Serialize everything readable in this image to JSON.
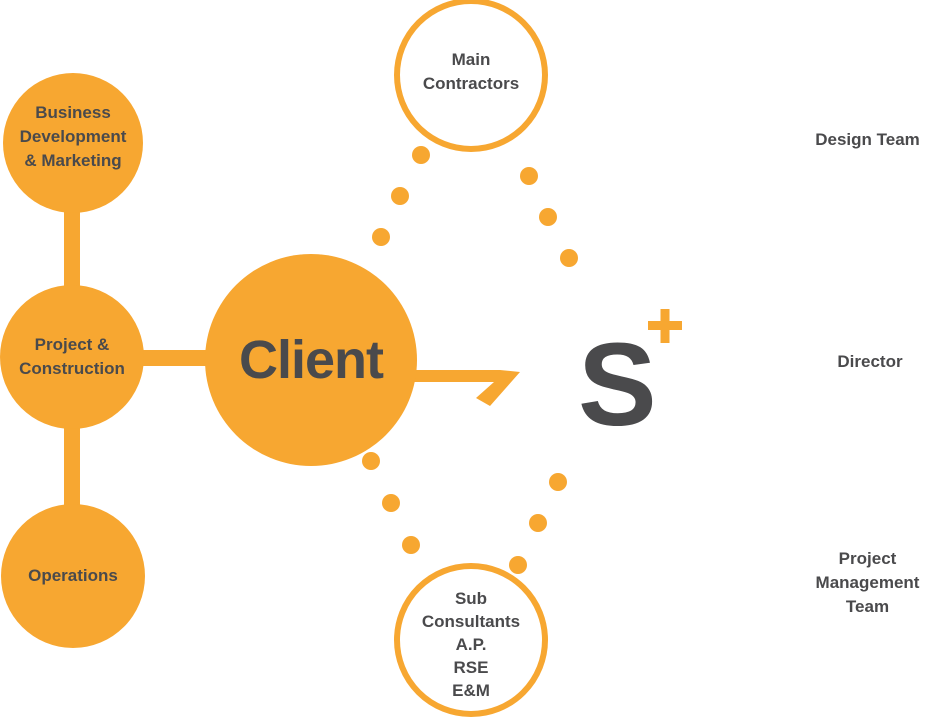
{
  "nodes": {
    "business_development": "Business\nDevelopment\n& Marketing",
    "project_construction": "Project &\nConstruction",
    "operations": "Operations",
    "client": "Client",
    "main_contractors": "Main\nContractors",
    "sub_consultants": "Sub\nConsultants\nA.P.\nRSE\nE&M"
  },
  "logo": {
    "letter": "S",
    "mark": "+"
  },
  "team": {
    "design": "Design Team",
    "director": "Director",
    "project_management": "Project\nManagement\nTeam"
  },
  "colors": {
    "accent": "#f7a731",
    "text": "#4a4a4c",
    "background": "#ffffff"
  }
}
